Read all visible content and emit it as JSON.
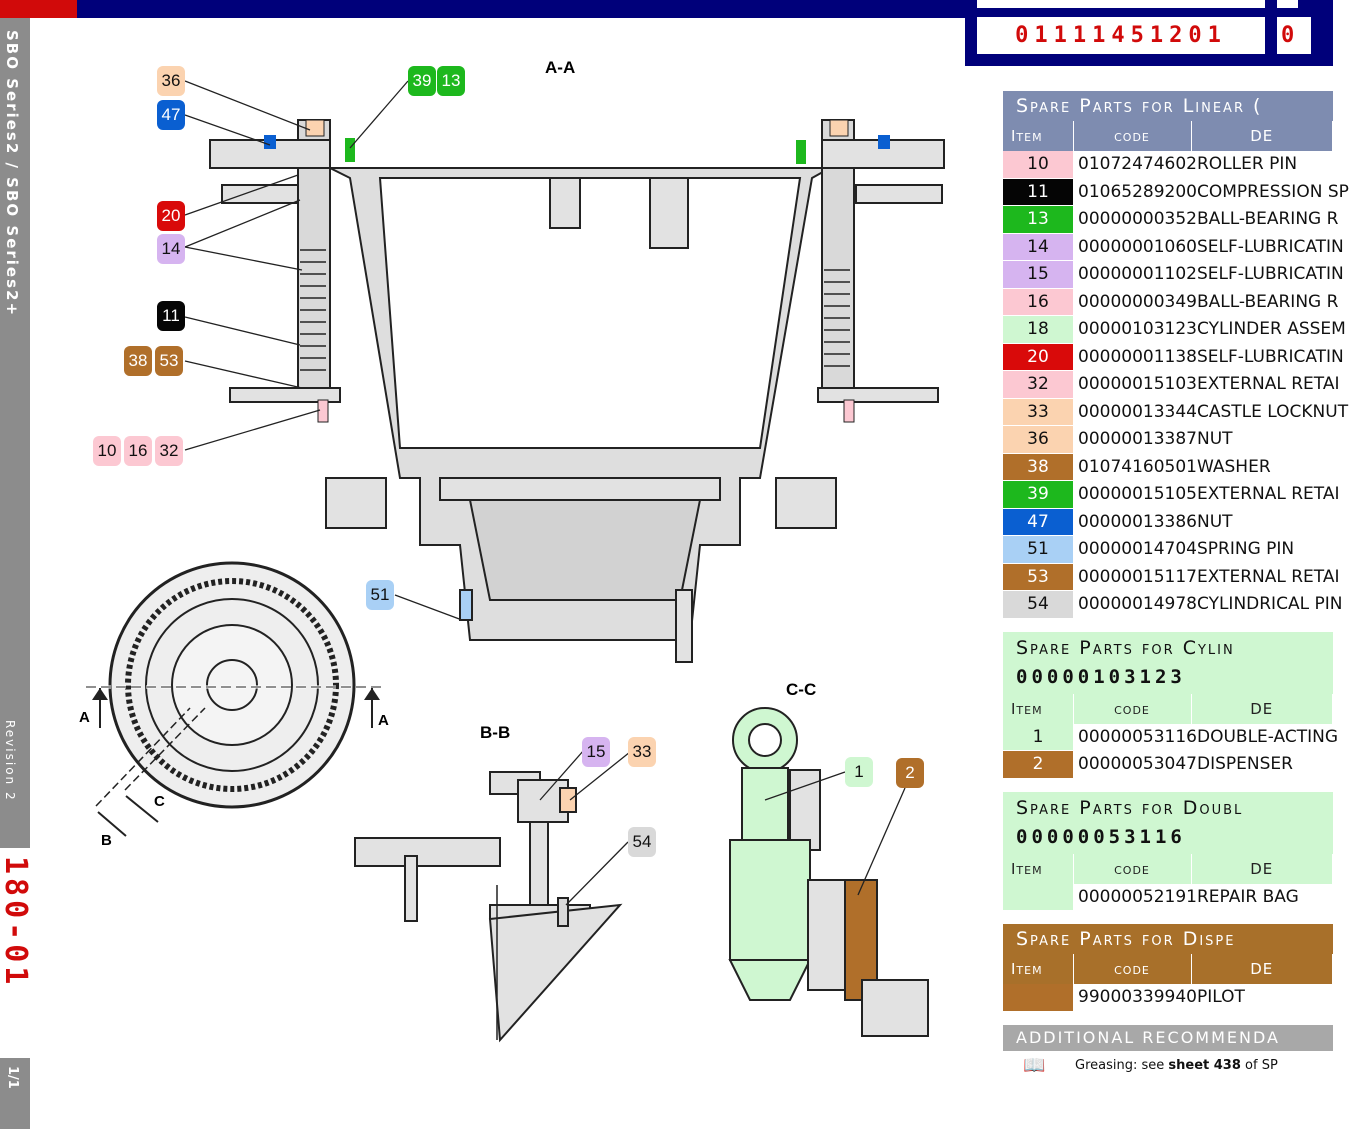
{
  "header": {
    "part_code": "01111451201",
    "part_code_2": "0"
  },
  "sidebar": {
    "series": "SBO Series2 / SBO Series2+",
    "revision": "Revision 2",
    "page_code": "180-01",
    "page_count": "1/1"
  },
  "views": {
    "aa": "A-A",
    "bb": "B-B",
    "cc": "C-C",
    "cut_a_left": "A",
    "cut_a_right": "A",
    "cut_b": "B",
    "cut_c": "C"
  },
  "callouts": [
    {
      "n": "36",
      "color": "#fbd3b0",
      "text": "#111"
    },
    {
      "n": "47",
      "color": "#0a5fd1",
      "text": "#fff"
    },
    {
      "n": "39",
      "color": "#1db81d",
      "text": "#fff"
    },
    {
      "n": "13",
      "color": "#1db81d",
      "text": "#fff"
    },
    {
      "n": "20",
      "color": "#d90a0a",
      "text": "#fff"
    },
    {
      "n": "14",
      "color": "#d6b4f0",
      "text": "#111"
    },
    {
      "n": "11",
      "color": "#050505",
      "text": "#fff"
    },
    {
      "n": "38",
      "color": "#b06f2a",
      "text": "#fff"
    },
    {
      "n": "53",
      "color": "#b06f2a",
      "text": "#fff"
    },
    {
      "n": "10",
      "color": "#fcc8d2",
      "text": "#111"
    },
    {
      "n": "16",
      "color": "#fcc8d2",
      "text": "#111"
    },
    {
      "n": "32",
      "color": "#fcc8d2",
      "text": "#111"
    },
    {
      "n": "51",
      "color": "#a9d0f5",
      "text": "#111"
    },
    {
      "n": "15",
      "color": "#d6b4f0",
      "text": "#111"
    },
    {
      "n": "33",
      "color": "#fbd3b0",
      "text": "#111"
    },
    {
      "n": "54",
      "color": "#d9d9d9",
      "text": "#111"
    },
    {
      "n": "1",
      "color": "#cff7d1",
      "text": "#111"
    },
    {
      "n": "2",
      "color": "#b06f2a",
      "text": "#fff"
    }
  ],
  "linear": {
    "title": "Spare Parts for Linear (",
    "columns": {
      "item": "Item",
      "code": "code",
      "desc": "DE"
    },
    "rows": [
      {
        "item": "10",
        "color": "#fcc8d2",
        "text": "#111",
        "code": "01072474602",
        "desc": "ROLLER PIN"
      },
      {
        "item": "11",
        "color": "#050505",
        "text": "#fff",
        "code": "01065289200",
        "desc": "COMPRESSION SP"
      },
      {
        "item": "13",
        "color": "#1db81d",
        "text": "#fff",
        "code": "00000000352",
        "desc": "BALL-BEARING R"
      },
      {
        "item": "14",
        "color": "#d6b4f0",
        "text": "#111",
        "code": "00000001060",
        "desc": "SELF-LUBRICATIN"
      },
      {
        "item": "15",
        "color": "#d6b4f0",
        "text": "#111",
        "code": "00000001102",
        "desc": "SELF-LUBRICATIN"
      },
      {
        "item": "16",
        "color": "#fcc8d2",
        "text": "#111",
        "code": "00000000349",
        "desc": "BALL-BEARING R"
      },
      {
        "item": "18",
        "color": "#cff7d1",
        "text": "#111",
        "code": "00000103123",
        "desc": "CYLINDER ASSEM"
      },
      {
        "item": "20",
        "color": "#d90a0a",
        "text": "#fff",
        "code": "00000001138",
        "desc": "SELF-LUBRICATIN"
      },
      {
        "item": "32",
        "color": "#fcc8d2",
        "text": "#111",
        "code": "00000015103",
        "desc": "EXTERNAL RETAI"
      },
      {
        "item": "33",
        "color": "#fbd3b0",
        "text": "#111",
        "code": "00000013344",
        "desc": "CASTLE LOCKNUT"
      },
      {
        "item": "36",
        "color": "#fbd3b0",
        "text": "#111",
        "code": "00000013387",
        "desc": "NUT"
      },
      {
        "item": "38",
        "color": "#b06f2a",
        "text": "#fff",
        "code": "01074160501",
        "desc": "WASHER"
      },
      {
        "item": "39",
        "color": "#1db81d",
        "text": "#fff",
        "code": "00000015105",
        "desc": "EXTERNAL RETAI"
      },
      {
        "item": "47",
        "color": "#0a5fd1",
        "text": "#fff",
        "code": "00000013386",
        "desc": "NUT"
      },
      {
        "item": "51",
        "color": "#a9d0f5",
        "text": "#111",
        "code": "00000014704",
        "desc": "SPRING PIN"
      },
      {
        "item": "53",
        "color": "#b06f2a",
        "text": "#fff",
        "code": "00000015117",
        "desc": "EXTERNAL RETAI"
      },
      {
        "item": "54",
        "color": "#d9d9d9",
        "text": "#111",
        "code": "00000014978",
        "desc": "CYLINDRICAL PIN"
      }
    ]
  },
  "cylinder": {
    "title": "Spare Parts for Cylin",
    "code": "00000103123",
    "columns": {
      "item": "Item",
      "code": "code",
      "desc": "DE"
    },
    "rows": [
      {
        "item": "1",
        "color": "#cff7d1",
        "text": "#111",
        "code": "00000053116",
        "desc": "DOUBLE-ACTING"
      },
      {
        "item": "2",
        "color": "#b06f2a",
        "text": "#fff",
        "code": "00000053047",
        "desc": "DISPENSER"
      }
    ]
  },
  "double": {
    "title": "Spare Parts for Doubl",
    "code": "00000053116",
    "columns": {
      "item": "Item",
      "code": "code",
      "desc": "DE"
    },
    "rows": [
      {
        "item": "",
        "color": "#cff7d1",
        "text": "#111",
        "code": "00000052191",
        "desc": "REPAIR BAG"
      }
    ]
  },
  "dispenser": {
    "title": "Spare Parts for Dispe",
    "columns": {
      "item": "Item",
      "code": "code",
      "desc": "DE"
    },
    "rows": [
      {
        "item": "",
        "color": "#b06f2a",
        "text": "#fff",
        "code": "99000339940",
        "desc": "PILOT"
      }
    ]
  },
  "additional": {
    "title": "ADDITIONAL RECOMMENDA",
    "note_prefix": "Greasing: see ",
    "note_bold": "sheet 438",
    "note_suffix": " of SP"
  }
}
